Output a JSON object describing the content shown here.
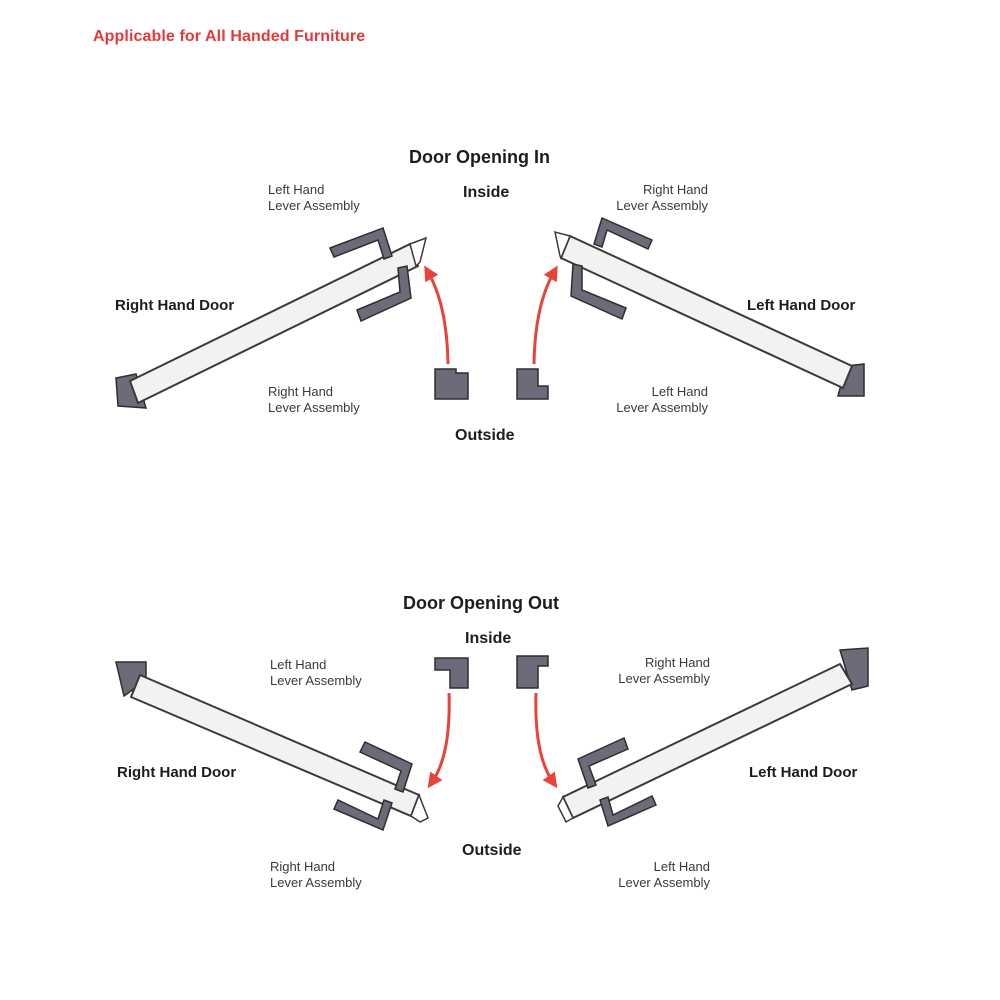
{
  "header": {
    "title": "Applicable for All Handed Furniture"
  },
  "colors": {
    "header_red": "#e23a3a",
    "arrow_red": "#e8423a",
    "door_fill": "#f2f2f2",
    "door_stroke": "#3a3a3a",
    "hardware_fill": "#6b6b7a"
  },
  "sections": {
    "opening_in": {
      "title": "Door Opening In",
      "inside_label": "Inside",
      "outside_label": "Outside",
      "left_door_label": "Right Hand Door",
      "right_door_label": "Left Hand Door",
      "top_left_lever": {
        "line1": "Left Hand",
        "line2": "Lever Assembly"
      },
      "top_right_lever": {
        "line1": "Right Hand",
        "line2": "Lever Assembly"
      },
      "bottom_left_lever": {
        "line1": "Right Hand",
        "line2": "Lever Assembly"
      },
      "bottom_right_lever": {
        "line1": "Left Hand",
        "line2": "Lever Assembly"
      }
    },
    "opening_out": {
      "title": "Door Opening Out",
      "inside_label": "Inside",
      "outside_label": "Outside",
      "left_door_label": "Right Hand Door",
      "right_door_label": "Left Hand Door",
      "top_left_lever": {
        "line1": "Left Hand",
        "line2": "Lever Assembly"
      },
      "top_right_lever": {
        "line1": "Right Hand",
        "line2": "Lever Assembly"
      },
      "bottom_left_lever": {
        "line1": "Right Hand",
        "line2": "Lever Assembly"
      },
      "bottom_right_lever": {
        "line1": "Left Hand",
        "line2": "Lever Assembly"
      }
    }
  }
}
